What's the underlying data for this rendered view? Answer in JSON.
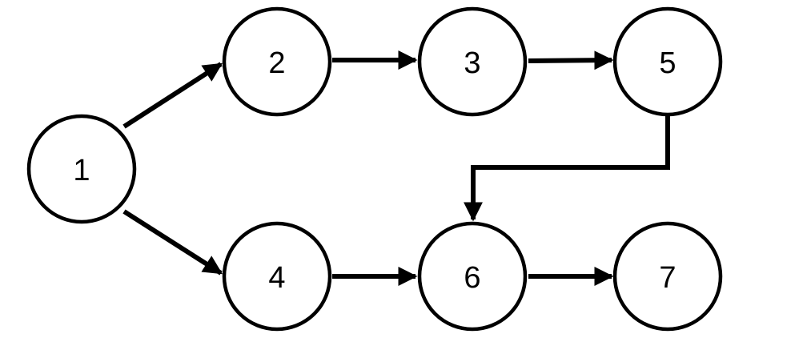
{
  "nodes": [
    {
      "id": "1",
      "label": "1"
    },
    {
      "id": "2",
      "label": "2"
    },
    {
      "id": "3",
      "label": "3"
    },
    {
      "id": "4",
      "label": "4"
    },
    {
      "id": "5",
      "label": "5"
    },
    {
      "id": "6",
      "label": "6"
    },
    {
      "id": "7",
      "label": "7"
    }
  ],
  "edges": [
    {
      "from": "1",
      "to": "2"
    },
    {
      "from": "1",
      "to": "4"
    },
    {
      "from": "2",
      "to": "3"
    },
    {
      "from": "3",
      "to": "5"
    },
    {
      "from": "5",
      "to": "6"
    },
    {
      "from": "4",
      "to": "6"
    },
    {
      "from": "6",
      "to": "7"
    }
  ],
  "colors": {
    "stroke": "#000000",
    "fill": "#ffffff",
    "background": "#ffffff"
  }
}
